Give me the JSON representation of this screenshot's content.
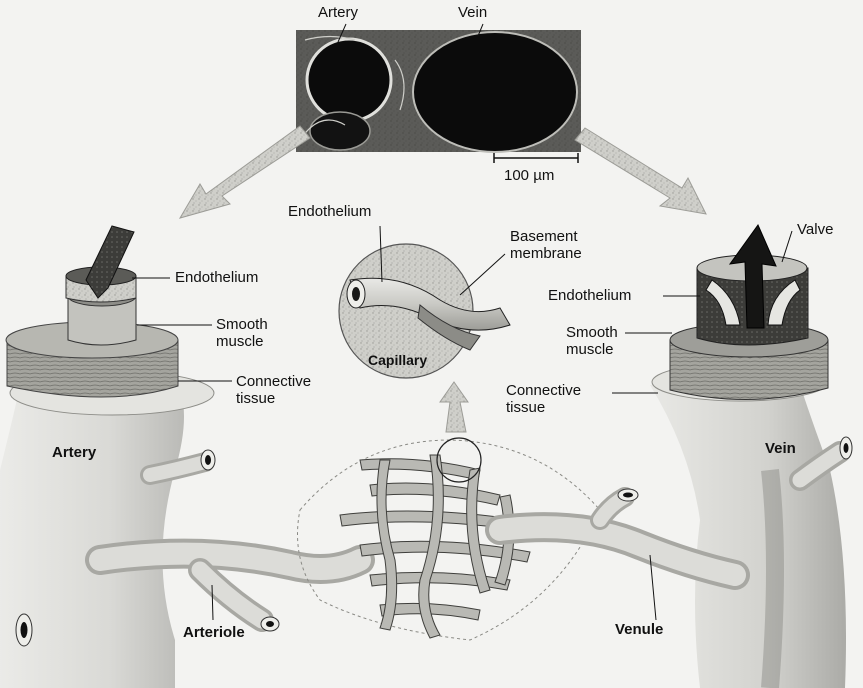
{
  "micrograph": {
    "artery_label": "Artery",
    "vein_label": "Vein",
    "scale_bar": "100 µm"
  },
  "artery_detail": {
    "endothelium": "Endothelium",
    "smooth_muscle_line1": "Smooth",
    "smooth_muscle_line2": "muscle",
    "connective_line1": "Connective",
    "connective_line2": "tissue",
    "title": "Artery"
  },
  "capillary_detail": {
    "endothelium": "Endothelium",
    "basement_line1": "Basement",
    "basement_line2": "membrane",
    "title": "Capillary"
  },
  "vein_detail": {
    "valve": "Valve",
    "endothelium": "Endothelium",
    "smooth_muscle_line1": "Smooth",
    "smooth_muscle_line2": "muscle",
    "connective_line1": "Connective",
    "connective_line2": "tissue",
    "title": "Vein"
  },
  "network": {
    "arteriole": "Arteriole",
    "venule": "Venule"
  },
  "colors": {
    "background": "#f3f3f1",
    "ink": "#111111",
    "tissue_light": "#d8d8d4",
    "tissue_mid": "#a9a9a4",
    "tissue_dark": "#5e5e5a",
    "lumen": "#0d0d0d"
  }
}
